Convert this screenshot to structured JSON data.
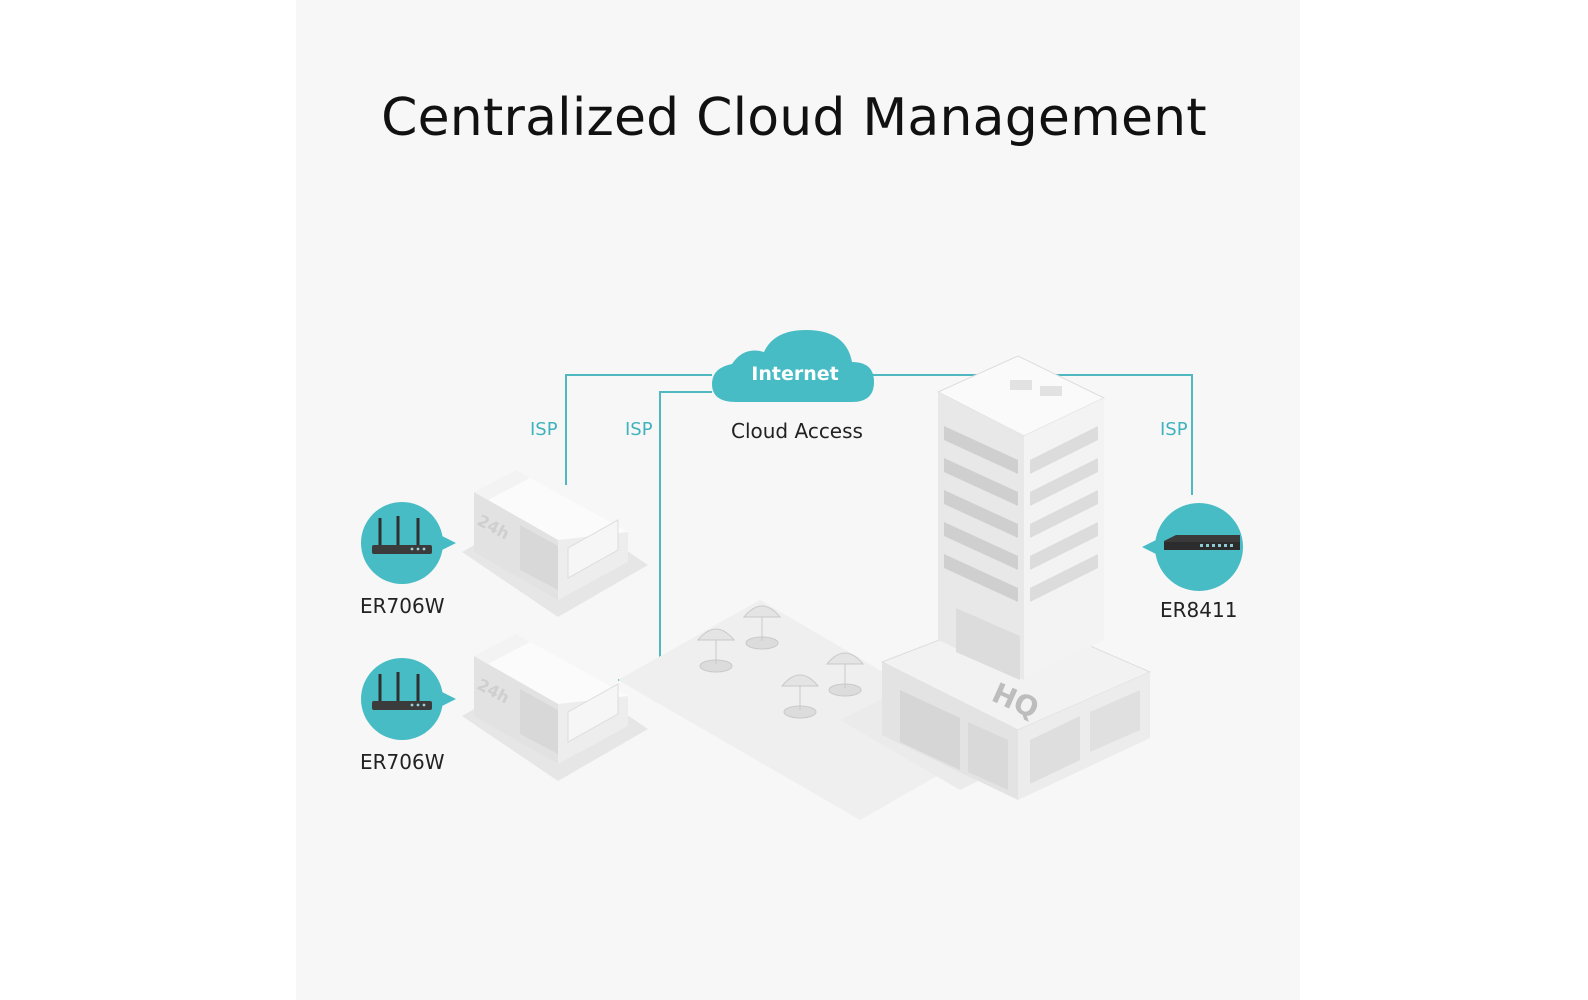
{
  "title": "Centralized Cloud Management",
  "cloud": {
    "label": "Internet",
    "caption": "Cloud Access"
  },
  "isp_labels": [
    "ISP",
    "ISP",
    "ISP"
  ],
  "branch_top": {
    "model": "ER706W",
    "sign": "24h"
  },
  "branch_bottom": {
    "model": "ER706W",
    "sign": "24h"
  },
  "hq": {
    "model": "ER8411",
    "sign": "HQ"
  },
  "icons": [
    "cloud-icon",
    "router-icon",
    "rack-router-icon",
    "store-building-icon",
    "hq-building-icon",
    "umbrella-icon"
  ],
  "colors": {
    "accent": "#47bcc4",
    "line": "#4fb8c0",
    "background": "#f7f7f7"
  }
}
